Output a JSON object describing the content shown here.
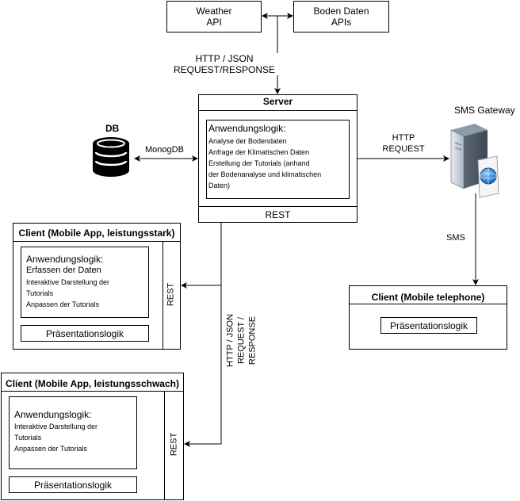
{
  "weather_api": {
    "line1": "Weather",
    "line2": "API"
  },
  "boden_api": {
    "line1": "Boden Daten",
    "line2": "APIs"
  },
  "http_json_top": {
    "line1": "HTTP / JSON",
    "line2": "REQUEST/RESPONSE"
  },
  "server": {
    "title": "Server",
    "logic_title": "Anwendungslogik:",
    "items": [
      "Analyse der Bodendaten",
      "Anfrage der Klimatischen Daten",
      "Erstellung der Tutorials (anhand",
      "der Bodenanalyse und klimatischen",
      "Daten)"
    ],
    "rest": "REST"
  },
  "db": {
    "label": "DB",
    "link_label": "MonogDB"
  },
  "http_request": {
    "line1": "HTTP",
    "line2": "REQUEST"
  },
  "sms_gateway": {
    "label": "SMS Gateway",
    "link_label": "SMS"
  },
  "client_strong": {
    "title": "Client (Mobile App, leistungsstark)",
    "logic_title": "Anwendungslogik:",
    "items": [
      "Erfassen der Daten",
      "Interaktive Darstellung der",
      "Tutorials",
      "Anpassen der Tutorials"
    ],
    "presentation": "Präsentationslogik",
    "rest": "REST"
  },
  "client_weak": {
    "title": "Client (Mobile App, leistungsschwach)",
    "logic_title": "Anwendungslogik:",
    "items": [
      "Interaktive Darstellung der",
      "Tutorials",
      "Anpassen der Tutorials"
    ],
    "presentation": "Präsentationslogik",
    "rest": "REST"
  },
  "client_phone": {
    "title": "Client (Mobile telephone)",
    "presentation": "Präsentationslogik"
  },
  "http_json_vertical": {
    "line1": "HTTP / JSON",
    "line2": "REQUEST /",
    "line3": "RESPONSE"
  }
}
